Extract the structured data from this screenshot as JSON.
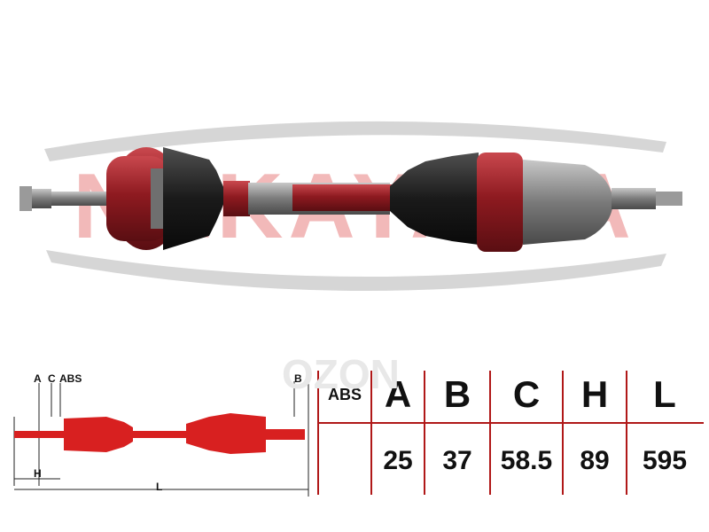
{
  "brand": {
    "watermark": "NAKAYAMA",
    "watermark_color": "#f2c8c8",
    "swoosh_color": "#d8d8d8"
  },
  "watermark_right": {
    "text": "OZON"
  },
  "colors": {
    "shaft_red": "#9c1c22",
    "shaft_steel": "#8c8c8c",
    "table_line": "#b01818",
    "drawing_red": "#d82020"
  },
  "diagram": {
    "labels": {
      "a": "A",
      "c": "C",
      "abs": "ABS",
      "b": "B",
      "h": "H",
      "l": "L"
    }
  },
  "table": {
    "headers": [
      "ABS",
      "A",
      "B",
      "C",
      "H",
      "L"
    ],
    "values": [
      "",
      "25",
      "37",
      "58.5",
      "89",
      "595"
    ]
  }
}
